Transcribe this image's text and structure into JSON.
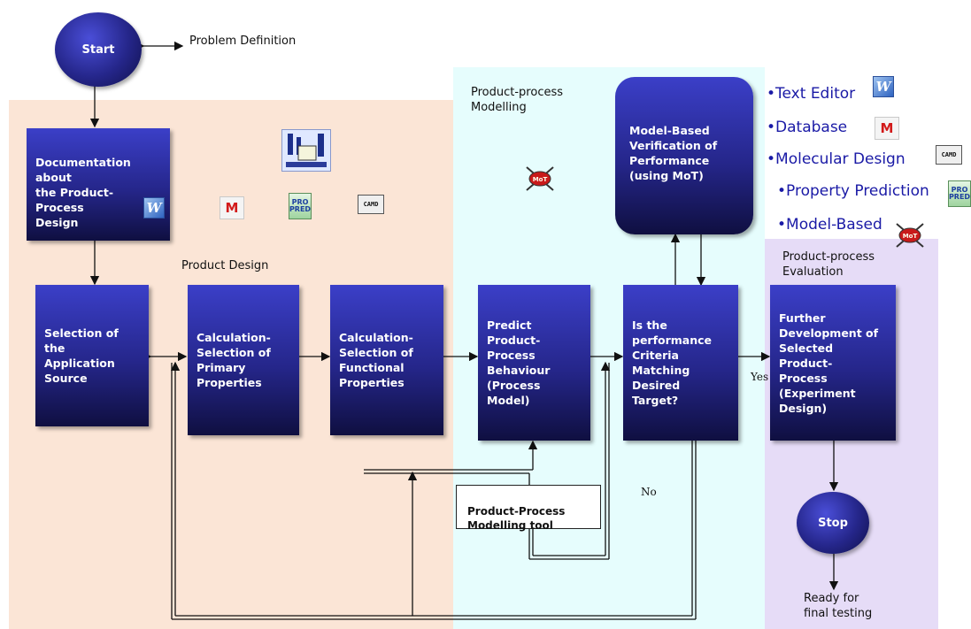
{
  "regions": {
    "product_design": "Product Design",
    "modelling": "Product-process\nModelling",
    "evaluation": "Product-process\nEvaluation"
  },
  "nodes": {
    "start": "Start",
    "stop": "Stop",
    "problem_definition": "Problem Definition",
    "documentation": "Documentation about\nthe Product-Process\nDesign",
    "selection_source": "Selection of the\nApplication\nSource",
    "calc_primary": "Calculation-\nSelection of\nPrimary\nProperties",
    "calc_functional": "Calculation-\nSelection of\nFunctional\nProperties",
    "predict": "Predict\nProduct-Process\nBehaviour\n(Process Model)",
    "criteria": "Is the\nperformance\nCriteria Matching\nDesired Target?",
    "verification": "Model-Based\nVerification of\nPerformance\n(using MoT)",
    "further_dev": "Further\nDevelopment of\nSelected Product-\nProcess\n(Experiment\nDesign)",
    "modelling_tool": "Product-Process\nModelling tool",
    "ready": "Ready for\nfinal testing",
    "yes": "Yes",
    "no": "No"
  },
  "tools": [
    {
      "label": "•Text Editor",
      "icon": "word-icon"
    },
    {
      "label": "•Database",
      "icon": "m-database-icon"
    },
    {
      "label": "•Molecular Design",
      "icon": "camd-icon"
    },
    {
      "label": "•Property Prediction",
      "icon": "propred-icon"
    },
    {
      "label": "•Model-Based",
      "icon": "mot-icon"
    }
  ],
  "icon_text": {
    "m": "M",
    "word": "W",
    "propred_top": "PRO",
    "propred_bottom": "PRED",
    "camd": "CAMD",
    "mot": "MoT"
  },
  "colors": {
    "product_design_bg": "#fbe5d6",
    "modelling_bg": "#e6fdfd",
    "evaluation_bg": "#e6dcf7",
    "box_dark": "#1b1c6b",
    "tool_text": "#1a1aa6"
  }
}
